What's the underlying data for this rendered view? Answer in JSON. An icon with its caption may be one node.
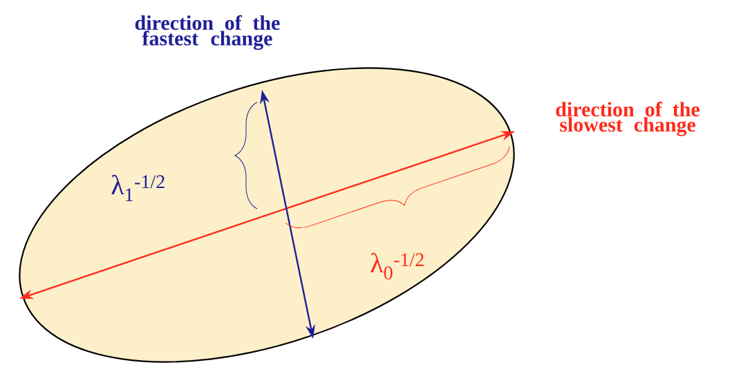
{
  "diagram": {
    "labels": [
      "direction of the fastest change",
      "direction of the slowest change",
      "λ$_{1}$$^{-1/2}$",
      "λ$_{0}$$^{-1/2}$"
    ]
  }
}
